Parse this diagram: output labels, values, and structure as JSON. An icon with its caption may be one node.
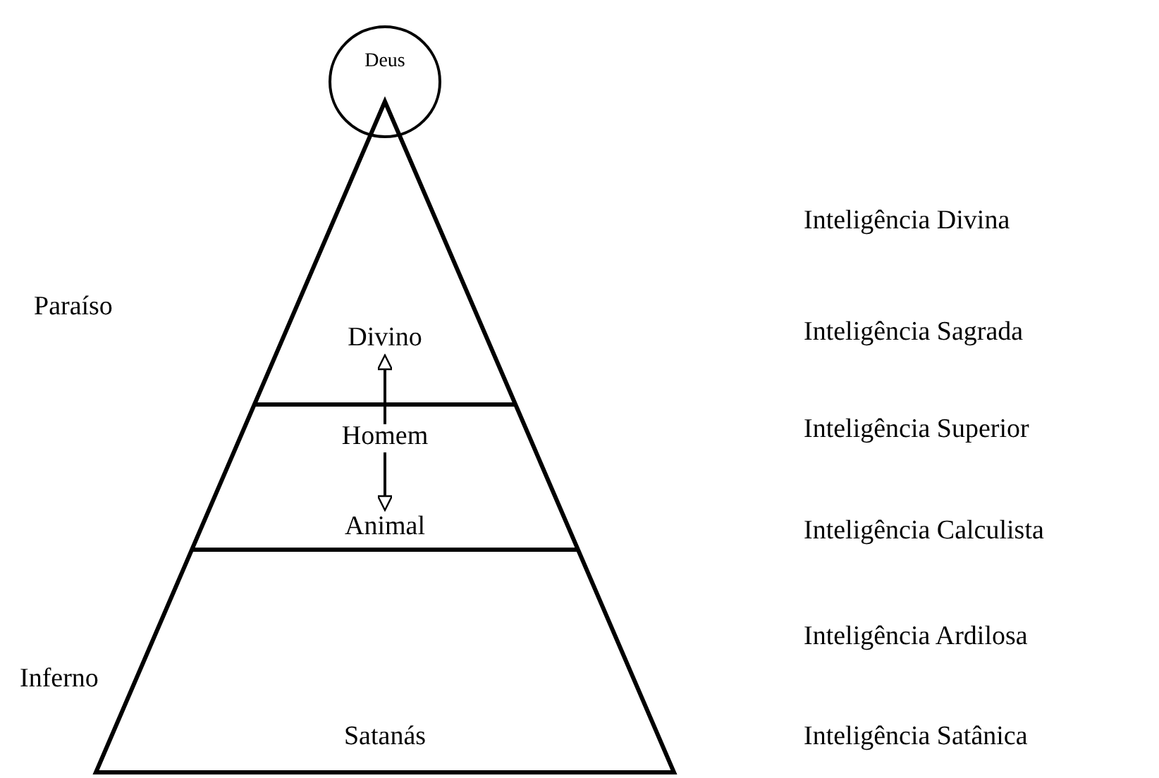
{
  "diagram": {
    "nodes": [
      {
        "text": [
          "Deus"
        ]
      },
      {
        "text": [
          "Divino"
        ]
      },
      {
        "text": [
          "Homem"
        ]
      },
      {
        "text": [
          "Animal"
        ]
      },
      {
        "text": [
          "Satanás"
        ]
      }
    ],
    "edges": [
      {
        "from": 2,
        "to": 1,
        "arrow": "to"
      },
      {
        "from": 2,
        "to": 3,
        "arrow": "to"
      }
    ],
    "labels": [
      "Paraíso",
      "Inferno",
      "Inteligência Divina",
      "Inteligência Sagrada",
      "Inteligência Superior",
      "Inteligência Calculista",
      "Inteligência Ardilosa",
      "Inteligência Satânica"
    ]
  }
}
